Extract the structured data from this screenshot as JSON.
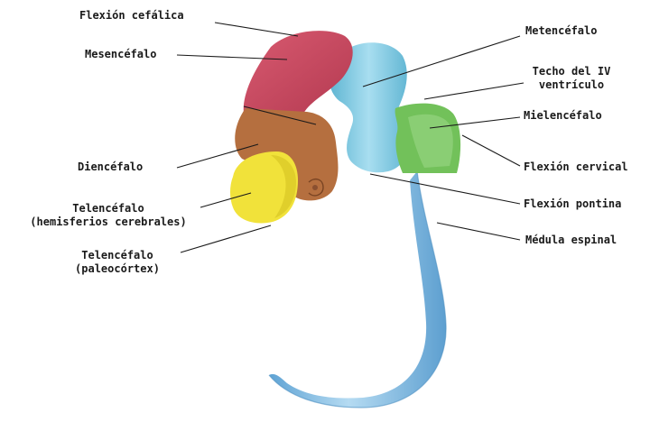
{
  "colors": {
    "mesencefalo": "#c8475e",
    "diencefalo": "#b56f3f",
    "telencefalo": "#f1e23a",
    "metencefalo": "#7fc8df",
    "mielencefalo": "#72c15a",
    "medula": "#7fb7de",
    "text": "#1a1a1a",
    "background": "#ffffff"
  },
  "labels": {
    "flexion_cefalica": "Flexión cefálica",
    "mesencefalo": "Mesencéfalo",
    "diencefalo": "Diencéfalo",
    "telencefalo_hemisferios": [
      "Telencéfalo",
      "(hemisferios cerebrales)"
    ],
    "telencefalo_paleocortex": [
      "Telencéfalo",
      "(paleocórtex)"
    ],
    "metencefalo": "Metencéfalo",
    "techo_iv_ventriculo": [
      "Techo del IV",
      "ventrículo"
    ],
    "mielencefalo": "Mielencéfalo",
    "flexion_cervical": "Flexión cervical",
    "flexion_pontina": "Flexión pontina",
    "medula_espinal": "Médula espinal"
  }
}
